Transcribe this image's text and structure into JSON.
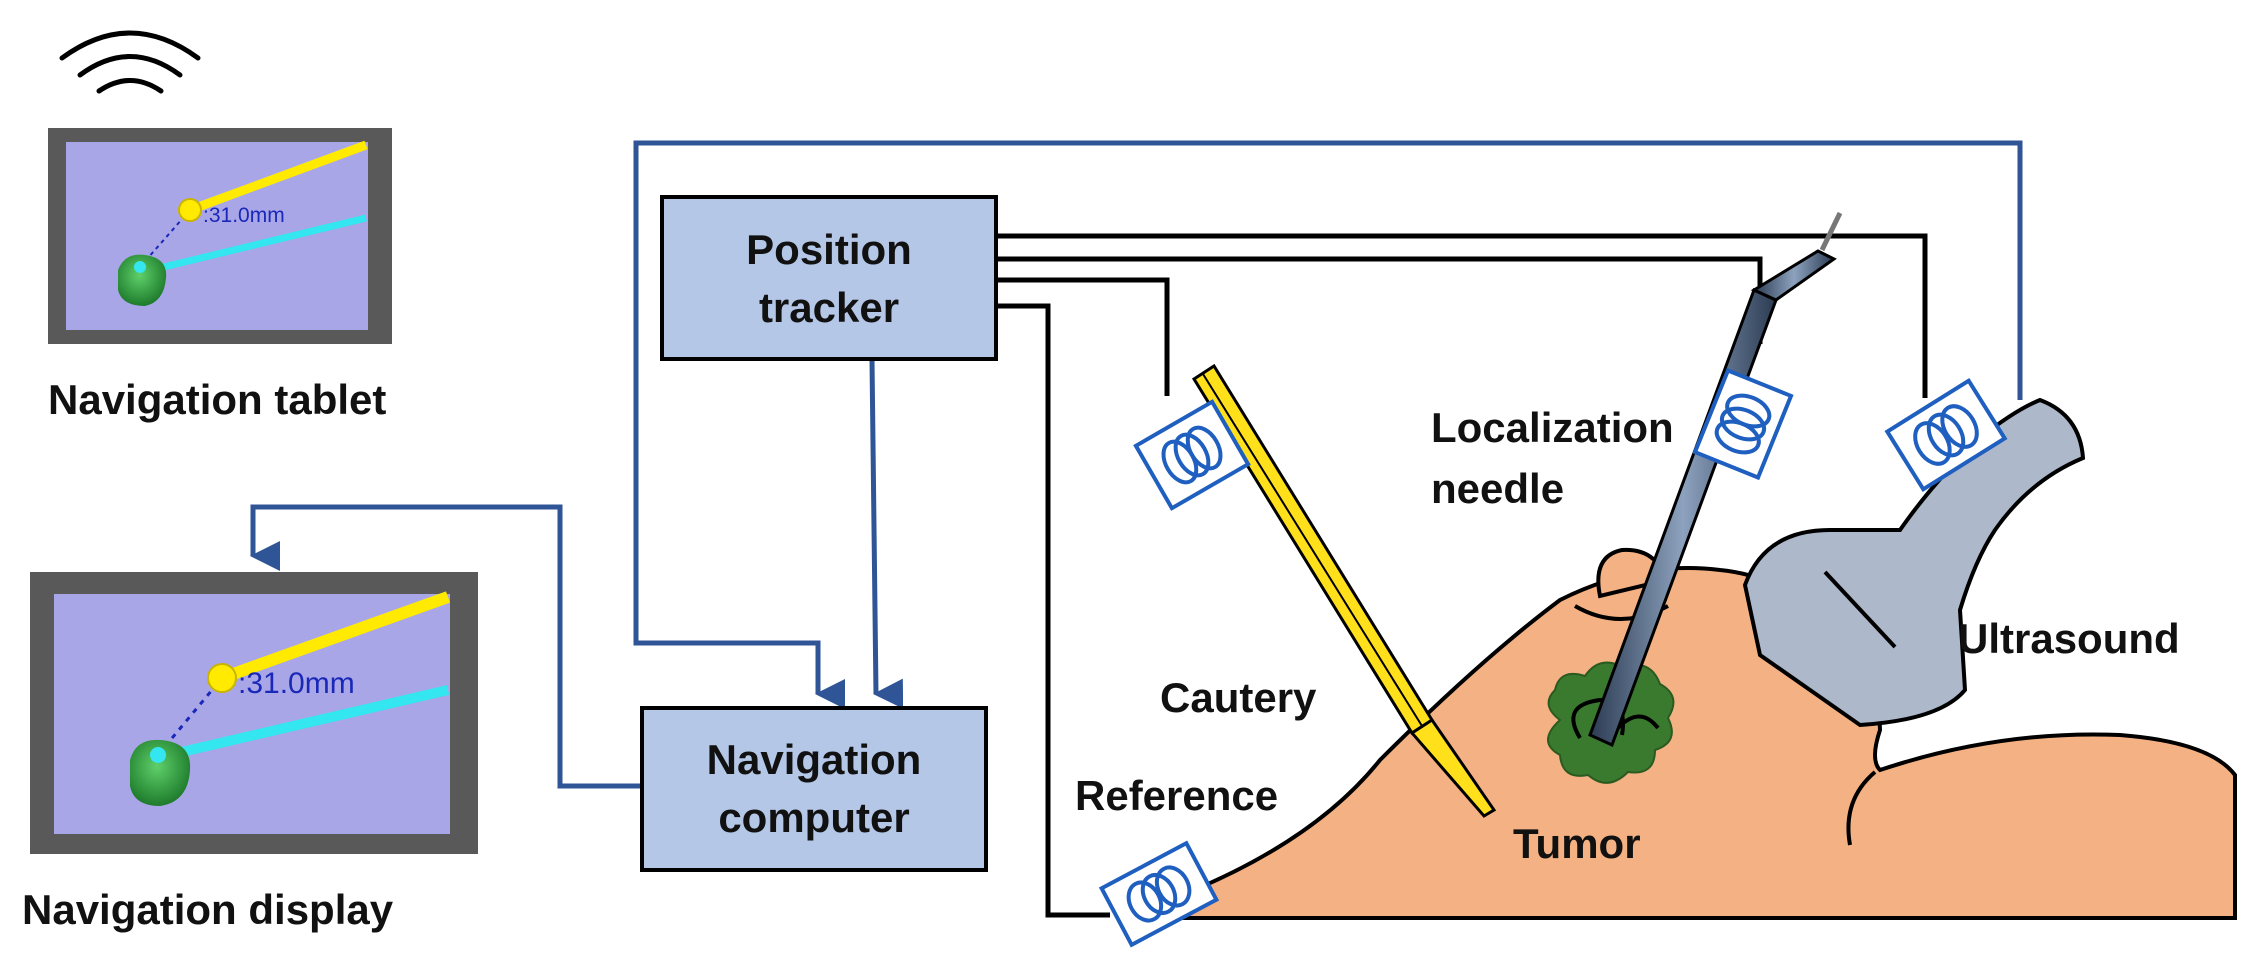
{
  "labels": {
    "navigation_tablet": "Navigation tablet",
    "navigation_display": "Navigation display",
    "position_tracker_line1": "Position",
    "position_tracker_line2": "tracker",
    "navigation_computer_line1": "Navigation",
    "navigation_computer_line2": "computer",
    "localization_needle_line1": "Localization",
    "localization_needle_line2": "needle",
    "ultrasound": "Ultrasound",
    "cautery": "Cautery",
    "reference": "Reference",
    "tumor": "Tumor"
  },
  "screens": {
    "tablet_readout": ":31.0mm",
    "display_readout": ":31.0mm"
  },
  "colors": {
    "box_fill": "#b4c7e7",
    "signal_line": "#2f5597",
    "wire": "#000000",
    "skin": "#f4b183",
    "tumor": "#3a7a2f",
    "cautery": "#ffe01b",
    "probe": "#adb9ca",
    "needle": "#5a6f8a",
    "coil": "#1f5fbf",
    "screen_bg": "#a9a6e8",
    "screen_frame": "#595959",
    "trajectory_yellow": "#ffea00",
    "trajectory_cyan": "#33e6f0"
  },
  "icons": {
    "wifi": "wifi-icon",
    "sensor_coil": "sensor-coil-icon"
  }
}
